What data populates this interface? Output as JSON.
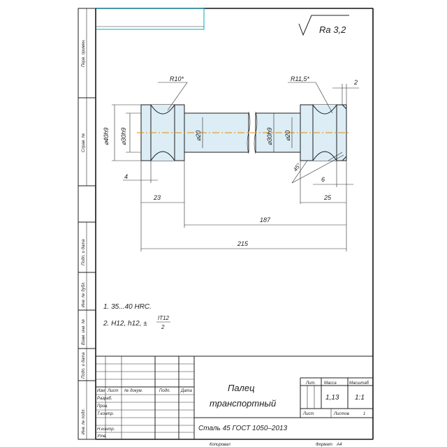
{
  "roughness": {
    "label": "Ra 3,2"
  },
  "dimensions": {
    "r_left": "R10*",
    "r_right": "R11,5*",
    "d_left_outer": "⌀40h9",
    "d_left_inner": "⌀30h9",
    "d_mid_left": "⌀20",
    "d_right_inner": "⌀30h9",
    "d_right_mid": "⌀20",
    "len_4": "4",
    "len_23": "23",
    "len_6": "6",
    "len_25": "25",
    "len_2": "2",
    "len_187": "187",
    "len_215": "215",
    "angle": "45°"
  },
  "notes": {
    "n1": "1. 35...40 HRC.",
    "n2_prefix": "2. H12, h12, ±",
    "n2_num": "IT12",
    "n2_den": "2"
  },
  "side_labels": {
    "perv_primen": "Перв. примен.",
    "sprav": "Справ. №",
    "podp_data_1": "Подп. и дата",
    "inv_dubl": "Инв. № дубл.",
    "vzam_inv": "Взам. инв. №",
    "podp_data_2": "Подп. и дата",
    "inv_podl": "Инв. № подл."
  },
  "title_block": {
    "name_line1": "Палец",
    "name_line2": "транспортный",
    "material": "Сталь 45 ГОСТ 1050–2013",
    "col_izm": "Изм",
    "col_list": "Лист",
    "col_ndokum": "№ докум.",
    "col_podp": "Подп.",
    "col_data": "Дата",
    "razrab": "Разраб.",
    "prov": "Пров.",
    "tkontr": "Т.контр.",
    "nkontr": "Н.контр.",
    "utv": "Утв.",
    "lit_label": "Лит.",
    "massa_label": "Масса",
    "masshtab_label": "Масштаб",
    "massa_value": "1,13",
    "masshtab_value": "1:1",
    "list_label": "Лист",
    "listov_label": "Листов",
    "listov_value": "1",
    "kopiroval": "Копировал",
    "format_label": "Формат",
    "format_value": "А4"
  }
}
